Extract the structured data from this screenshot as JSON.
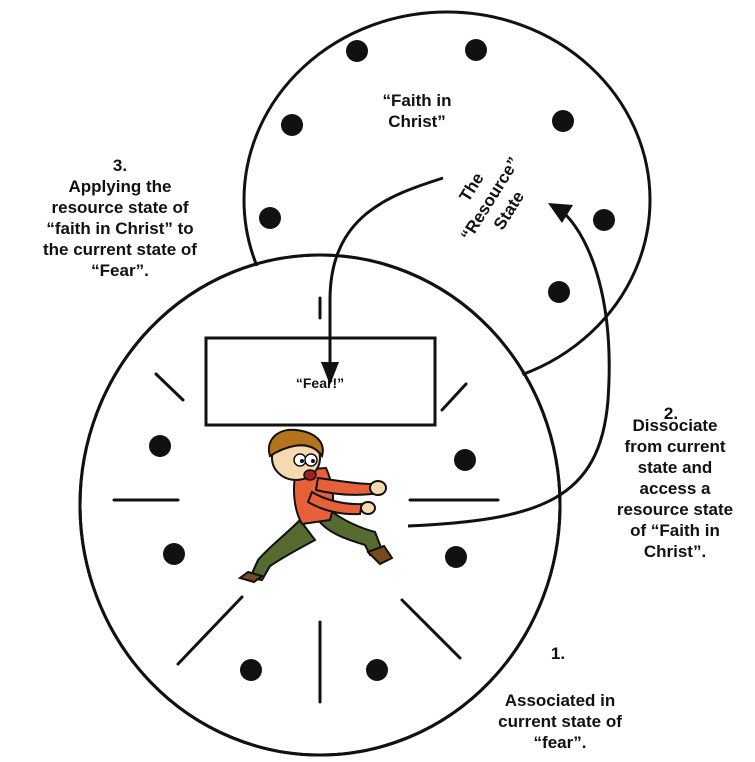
{
  "top_circle": {
    "title_lines": [
      "“Faith in",
      "Christ”"
    ],
    "resource_lines": [
      "The",
      "“Resource”",
      "State"
    ]
  },
  "fear_box": {
    "label": "“Fear!”"
  },
  "step3": {
    "number": "3.",
    "lines": [
      "Applying the",
      "resource state of",
      "“faith in Christ” to",
      "the current state of",
      "“Fear”."
    ]
  },
  "step2": {
    "number": "2.",
    "lines": [
      "Dissociate",
      "from current",
      "state and",
      "access a",
      "resource state",
      "of “Faith in",
      "Christ”."
    ]
  },
  "step1": {
    "number": "1.",
    "lines": [
      "Associated in",
      "current state of",
      "“fear”."
    ]
  },
  "colors": {
    "ink": "#111111",
    "background": "#ffffff",
    "shirt": "#e8603a",
    "pants": "#556b2f",
    "hair": "#b5731f",
    "skin": "#f6d9b0"
  },
  "icons": [
    "frightened-boy-icon",
    "dot-marker",
    "tick-mark",
    "arrow-head"
  ]
}
